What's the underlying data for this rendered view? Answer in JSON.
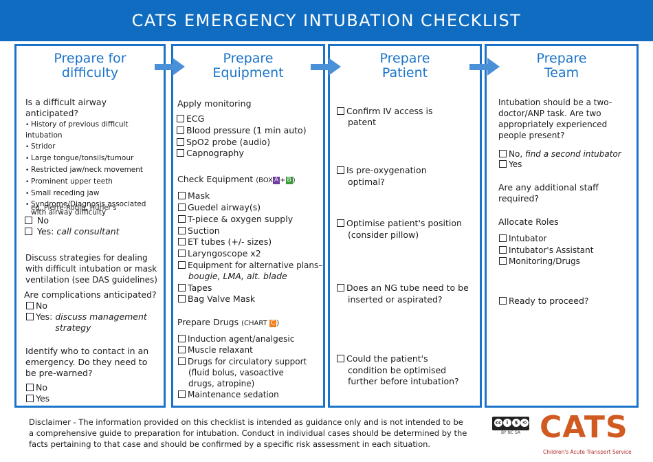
{
  "header": {
    "title": "CATS EMERGENCY INTUBATION CHECKLIST"
  },
  "columns": {
    "difficulty": {
      "title": "Prepare for\ndifficulty",
      "q_airway": "Is a difficult airway anticipated?",
      "bullets": [
        "History of previous difficult intubation",
        "Stridor",
        "Large tongue/tonsils/tumour",
        "Restricted jaw/neck movement",
        "Prominent upper teeth",
        "Small receding jaw",
        "Syndrome/Diagnosis associated with airway difficulty"
      ],
      "example": "eg. Pierre-Robin, Hurler's",
      "airway_no": "No",
      "airway_yes_prefix": "Yes: ",
      "airway_yes_action": "call consultant",
      "strategies": "Discuss strategies for dealing with difficult intubation or mask ventilation (see DAS guidelines)",
      "q_complications": "Are complications anticipated?",
      "comp_no": "No",
      "comp_yes_prefix": "Yes: ",
      "comp_yes_action": "discuss management strategy",
      "q_contact": "Identify who to contact in an emergency. Do they need to be pre-warned?",
      "contact_no": "No",
      "contact_yes": "Yes"
    },
    "equipment": {
      "title": "Prepare\nEquipment",
      "monitoring_heading": "Apply monitoring",
      "monitoring": [
        "ECG",
        "Blood pressure (1 min auto)",
        "SpO2 probe (audio)",
        "Capnography"
      ],
      "check_heading": "Check Equipment",
      "box_label": "BOX",
      "box_a": "A",
      "box_plus": "+",
      "box_b": "B",
      "check_items": [
        "Mask",
        "Guedel airway(s)",
        "T-piece & oxygen supply",
        "Suction",
        "ET tubes (+/- sizes)",
        "Laryngoscope x2",
        "Equipment for alternative plans–"
      ],
      "alt_plans": "bougie, LMA, alt. blade",
      "check_items2": [
        "Tapes",
        "Bag Valve Mask"
      ],
      "drugs_heading": "Prepare Drugs",
      "chart_label": "CHART",
      "chart_c": "C",
      "drug_items": [
        "Induction agent/analgesic",
        "Muscle relaxant",
        "Drugs for circulatory support"
      ],
      "drug_sub1": "(fluid bolus, vasoactive",
      "drug_sub2": "drugs, atropine)",
      "drug_last": "Maintenance sedation"
    },
    "patient": {
      "title": "Prepare\nPatient",
      "items": [
        {
          "a": "Confirm IV access is",
          "b": "patent"
        },
        {
          "a": "Is pre-oxygenation",
          "b": "optimal?"
        },
        {
          "a": "Optimise patient's position",
          "b": "(consider pillow)"
        },
        {
          "a": "Does an NG tube need to be",
          "b": "inserted or aspirated?"
        },
        {
          "a": "Could the patient's",
          "b": "condition be optimised",
          "c": "further before intubation?"
        }
      ]
    },
    "team": {
      "title": "Prepare\nTeam",
      "intro": "Intubation should be a two-doctor/ANP task. Are two appropriately experienced people present?",
      "no_prefix": "No, ",
      "no_action": "find a second intubator",
      "yes": "Yes",
      "q_staff": "Are any additional staff required?",
      "roles_heading": "Allocate Roles",
      "roles": [
        "Intubator",
        "Intubator's Assistant",
        "Monitoring/Drugs"
      ],
      "ready": "Ready to proceed?"
    }
  },
  "footer": {
    "disclaimer": "Disclaimer - The information provided on this checklist is intended as guidance only and is not intended to be a comprehensive guide to preparation for intubation. Conduct in individual cases should be determined by the facts pertaining to that case and should be confirmed by a specific risk assessment in each situation.",
    "cc_sub": "BY  NC  SA",
    "logo_text": "CATS",
    "logo_sub": "Children's Acute Transport Service"
  },
  "colors": {
    "header": "#0f6cc0",
    "border": "#1a73c8",
    "arrow": "#4a90d9",
    "box_a": "#6e3aa0",
    "box_b": "#3b9a3b",
    "chart_c": "#f08020",
    "logo": "#d05a20"
  }
}
